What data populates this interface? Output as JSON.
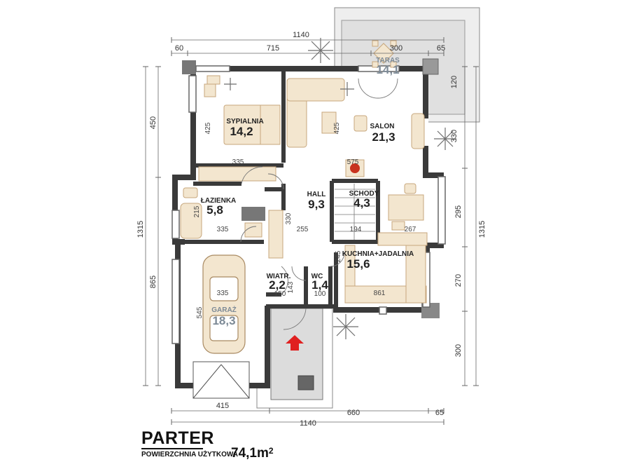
{
  "plan": {
    "floor_name": "PARTER",
    "usable_area_label": "POWIERZCHNIA UŻYTKOWA",
    "usable_area_value": "74,1m",
    "usable_area_unit": "2"
  },
  "rooms": {
    "taras": {
      "name": "TARAS",
      "area": "14,1"
    },
    "sypialnia": {
      "name": "SYPIALNIA",
      "area": "14,2"
    },
    "salon": {
      "name": "SALON",
      "area": "21,3"
    },
    "lazienka": {
      "name": "ŁAZIENKA",
      "area": "5,8"
    },
    "hall": {
      "name": "HALL",
      "area": "9,3"
    },
    "schody": {
      "name": "SCHODY",
      "area": "4,3"
    },
    "kuchnia": {
      "name": "KUCHNIA+JADALNIA",
      "area": "15,6"
    },
    "wiatr": {
      "name": "WIATR.",
      "area": "2,2"
    },
    "wc": {
      "name": "WC",
      "area": "1,4"
    },
    "garaz": {
      "name": "GARAŻ",
      "area": "18,3"
    }
  },
  "dimensions": {
    "top_total": "1140",
    "top_60": "60",
    "top_715": "715",
    "top_300": "300",
    "top_65": "65",
    "bottom_415": "415",
    "bottom_660": "660",
    "bottom_65": "65",
    "bottom_total": "1140",
    "left_450": "450",
    "left_865": "865",
    "left_total": "1315",
    "right_120": "120",
    "right_330": "330",
    "right_295": "295",
    "right_270": "270",
    "right_300": "300",
    "right_total": "1315"
  },
  "room_dims": {
    "syp_w": "335",
    "syp_h": "425",
    "salon_h": "425",
    "hall_w": "575",
    "laz_w": "335",
    "laz_h": "215",
    "hall_h": "330",
    "hall_w2": "255",
    "schody_w": "194",
    "jad_w": "267",
    "kuch_h": "245",
    "kuch_w": "861",
    "garaz_w": "335",
    "garaz_h": "545",
    "wiatr_h": "143",
    "wiatr_w": "150",
    "wc_w": "100"
  },
  "colors": {
    "wall": "#3a3a3a",
    "furniture": "#f3e6cf",
    "furniture_stroke": "#c7a77c",
    "terrace": "#dcdcdc",
    "entry_arrow": "#e02020",
    "fireplace": "#c8321e"
  }
}
